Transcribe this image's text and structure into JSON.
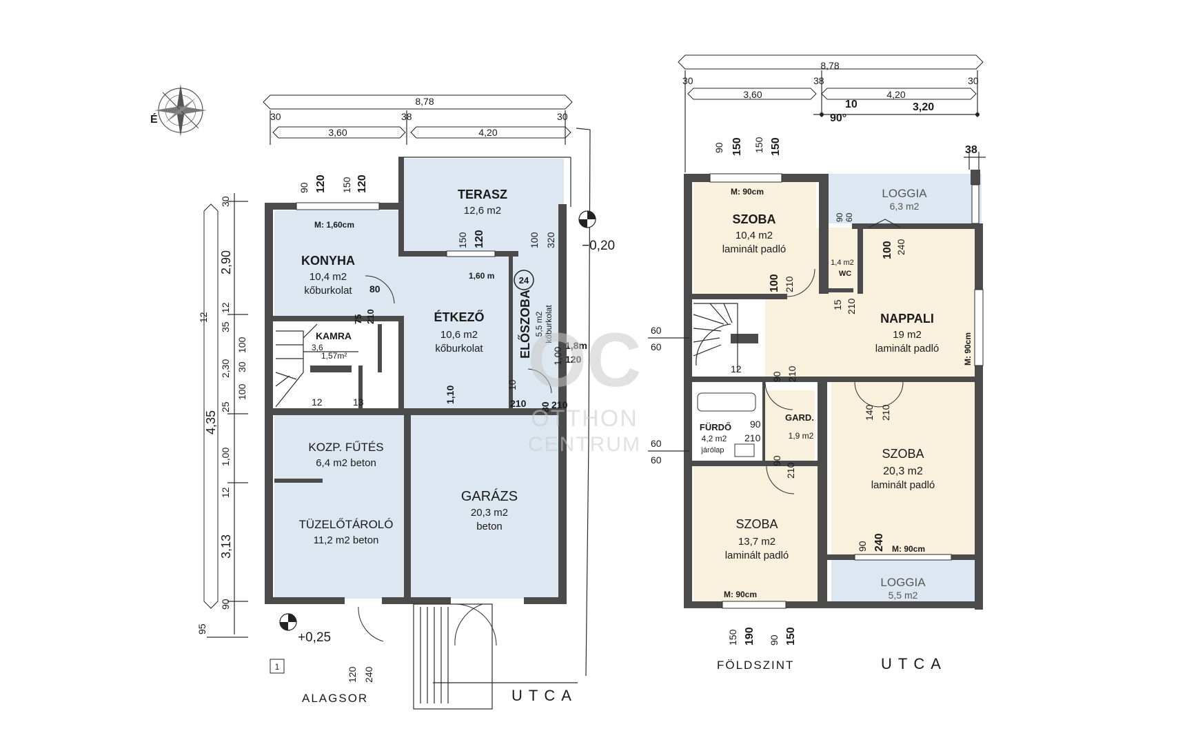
{
  "plans": {
    "basement": {
      "label": "ALAGSOR",
      "street": "UTCA",
      "plan_number": "1",
      "elevation_low": "+0,25",
      "elevation_high": "−0,20",
      "rooms": {
        "terasz": {
          "name": "TERASZ",
          "area": "12,6 m2",
          "floor": ""
        },
        "konyha": {
          "name": "KONYHA",
          "area": "10,4 m2",
          "floor": "kőburkolat"
        },
        "etkezo": {
          "name": "ÉTKEZŐ",
          "area": "10,6 m2",
          "floor": "kőburkolat"
        },
        "eloszoba": {
          "name": "ELŐSZOBA",
          "area": "5,5 m2",
          "floor": "kőburkolat"
        },
        "kamra": {
          "name": "KAMRA",
          "area": "1,57m²",
          "floor": ""
        },
        "futes": {
          "name": "KOZP. FŰTÉS",
          "area": "6,4 m2 beton",
          "floor": ""
        },
        "tuzelo": {
          "name": "TÜZELŐTÁROLÓ",
          "area": "11,2 m2 beton",
          "floor": ""
        },
        "garazs": {
          "name": "GARÁZS",
          "area": "20,3 m2",
          "floor": "beton"
        }
      },
      "dims_top": {
        "total": "8,78",
        "left_wall": "30",
        "mid_wall": "38",
        "right_wall": "30",
        "left_span": "3,60",
        "right_span": "4,20"
      },
      "dims_left": [
        "30",
        "2,90",
        "12",
        "35",
        "12",
        "100",
        "2,30",
        "30",
        "100",
        "25",
        "1,00",
        "12",
        "3,13",
        "90",
        "95",
        "4,35"
      ],
      "annotations": {
        "konyha_window": "M: 1,60cm",
        "etkezo_window": "1,60 m",
        "w90": "90",
        "w120": "120",
        "w150": "150",
        "w120b": "120",
        "d150": "150",
        "d120": "120",
        "d100": "100",
        "d320": "320",
        "d80": "80",
        "d75": "75",
        "d210": "210",
        "k36": "3,6",
        "s12": "12",
        "s13": "13",
        "r100": "1,00",
        "r18": "1,8m",
        "r120": "120",
        "d10": "10",
        "d210b": "210",
        "d80b": "80",
        "d210c": "210",
        "d110": "1,10",
        "d24": "24",
        "b120": "120",
        "b240": "240"
      }
    },
    "ground": {
      "label": "FÖLDSZINT",
      "street": "UTCA",
      "rooms": {
        "szoba1": {
          "name": "SZOBA",
          "area": "10,4 m2",
          "floor": "laminált padló"
        },
        "loggia1": {
          "name": "LOGGIA",
          "area": "6,3 m2",
          "floor": ""
        },
        "wc": {
          "name": "WC",
          "area": "1,4 m2",
          "floor": ""
        },
        "nappali": {
          "name": "NAPPALI",
          "area": "19 m2",
          "floor": "laminált padló"
        },
        "furdo": {
          "name": "FÜRDŐ",
          "area": "4,2 m2",
          "floor": "járólap"
        },
        "gard": {
          "name": "GARD.",
          "area": "1,9 m2",
          "floor": ""
        },
        "szoba2": {
          "name": "SZOBA",
          "area": "20,3 m2",
          "floor": "laminált padló"
        },
        "szoba3": {
          "name": "SZOBA",
          "area": "13,7 m2",
          "floor": "laminált padló"
        },
        "loggia2": {
          "name": "LOGGIA",
          "area": "5,5 m2",
          "floor": ""
        }
      },
      "dims_top": {
        "total": "8,78",
        "left_wall": "30",
        "mid_wall": "38",
        "right_wall": "30",
        "left_span": "3,60",
        "right_span": "4,20",
        "d10": "10",
        "angle": "90°",
        "span_320": "3,20",
        "d38": "38"
      },
      "annotations": {
        "w90": "90",
        "w150": "150",
        "w150b": "150",
        "w150c": "150",
        "szoba1_window": "M: 90cm",
        "nappali_window": "M: 90cm",
        "szoba2_window": "M: 90cm",
        "szoba3_window": "M: 90cm",
        "wc90": "90",
        "wc60": "60",
        "d100": "100",
        "d240": "240",
        "d100b": "100",
        "d210": "210",
        "d15": "15",
        "d210b": "210",
        "stair12": "12",
        "d60a": "60",
        "d60b": "60",
        "d60c": "60",
        "d60d": "60",
        "g90": "90",
        "g210": "210",
        "d140": "140",
        "d210c": "210",
        "f90": "90",
        "f210": "210",
        "s90": "90",
        "s210": "210",
        "b90": "90",
        "b240": "240",
        "bot150": "150",
        "bot190": "190",
        "bot90": "90",
        "bot150b": "150"
      }
    }
  },
  "watermark": {
    "logo": "OC",
    "line1": "OTTHON",
    "line2": "CENTRUM"
  },
  "compass": {
    "label": "É"
  }
}
